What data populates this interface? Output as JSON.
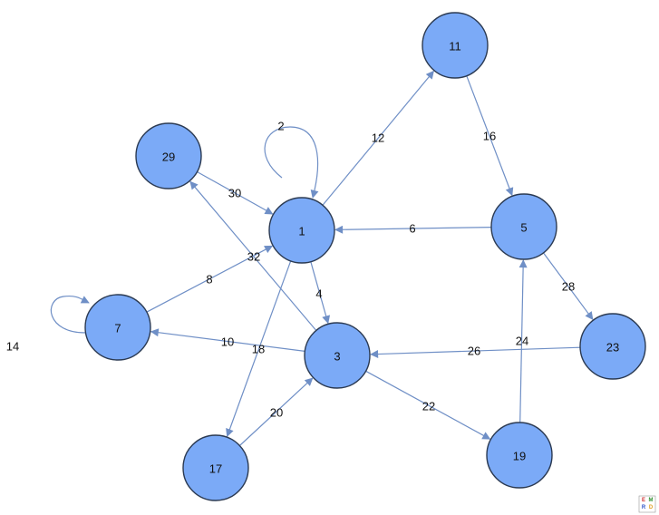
{
  "colors": {
    "node_fill": "#7baaf7",
    "node_stroke": "#2b3a52",
    "edge": "#6f8fc6",
    "label": "#111111"
  },
  "graph": {
    "nodes": [
      {
        "id": "1",
        "label": "1"
      },
      {
        "id": "3",
        "label": "3"
      },
      {
        "id": "5",
        "label": "5"
      },
      {
        "id": "7",
        "label": "7"
      },
      {
        "id": "11",
        "label": "11"
      },
      {
        "id": "17",
        "label": "17"
      },
      {
        "id": "19",
        "label": "19"
      },
      {
        "id": "23",
        "label": "23"
      },
      {
        "id": "29",
        "label": "29"
      }
    ],
    "edges": [
      {
        "id": "e2",
        "source": "1",
        "target": "1",
        "label": "2"
      },
      {
        "id": "e4",
        "source": "1",
        "target": "3",
        "label": "4"
      },
      {
        "id": "e6",
        "source": "5",
        "target": "1",
        "label": "6"
      },
      {
        "id": "e8",
        "source": "7",
        "target": "1",
        "label": "8"
      },
      {
        "id": "e10",
        "source": "3",
        "target": "7",
        "label": "10"
      },
      {
        "id": "e12",
        "source": "1",
        "target": "11",
        "label": "12"
      },
      {
        "id": "e14",
        "source": "7",
        "target": "7",
        "label": "14"
      },
      {
        "id": "e16",
        "source": "11",
        "target": "5",
        "label": "16"
      },
      {
        "id": "e18",
        "source": "1",
        "target": "17",
        "label": "18"
      },
      {
        "id": "e20",
        "source": "17",
        "target": "3",
        "label": "20"
      },
      {
        "id": "e22",
        "source": "3",
        "target": "19",
        "label": "22"
      },
      {
        "id": "e24",
        "source": "19",
        "target": "5",
        "label": "24"
      },
      {
        "id": "e26",
        "source": "23",
        "target": "3",
        "label": "26"
      },
      {
        "id": "e28",
        "source": "5",
        "target": "23",
        "label": "28"
      },
      {
        "id": "e30",
        "source": "29",
        "target": "1",
        "label": "30"
      },
      {
        "id": "e32",
        "source": "3",
        "target": "29",
        "label": "32"
      }
    ]
  },
  "logo": {
    "letters": [
      "E",
      "M",
      "R",
      "D"
    ],
    "colors": [
      "#d03030",
      "#2f8f2f",
      "#2f55c8",
      "#e0a020"
    ]
  }
}
